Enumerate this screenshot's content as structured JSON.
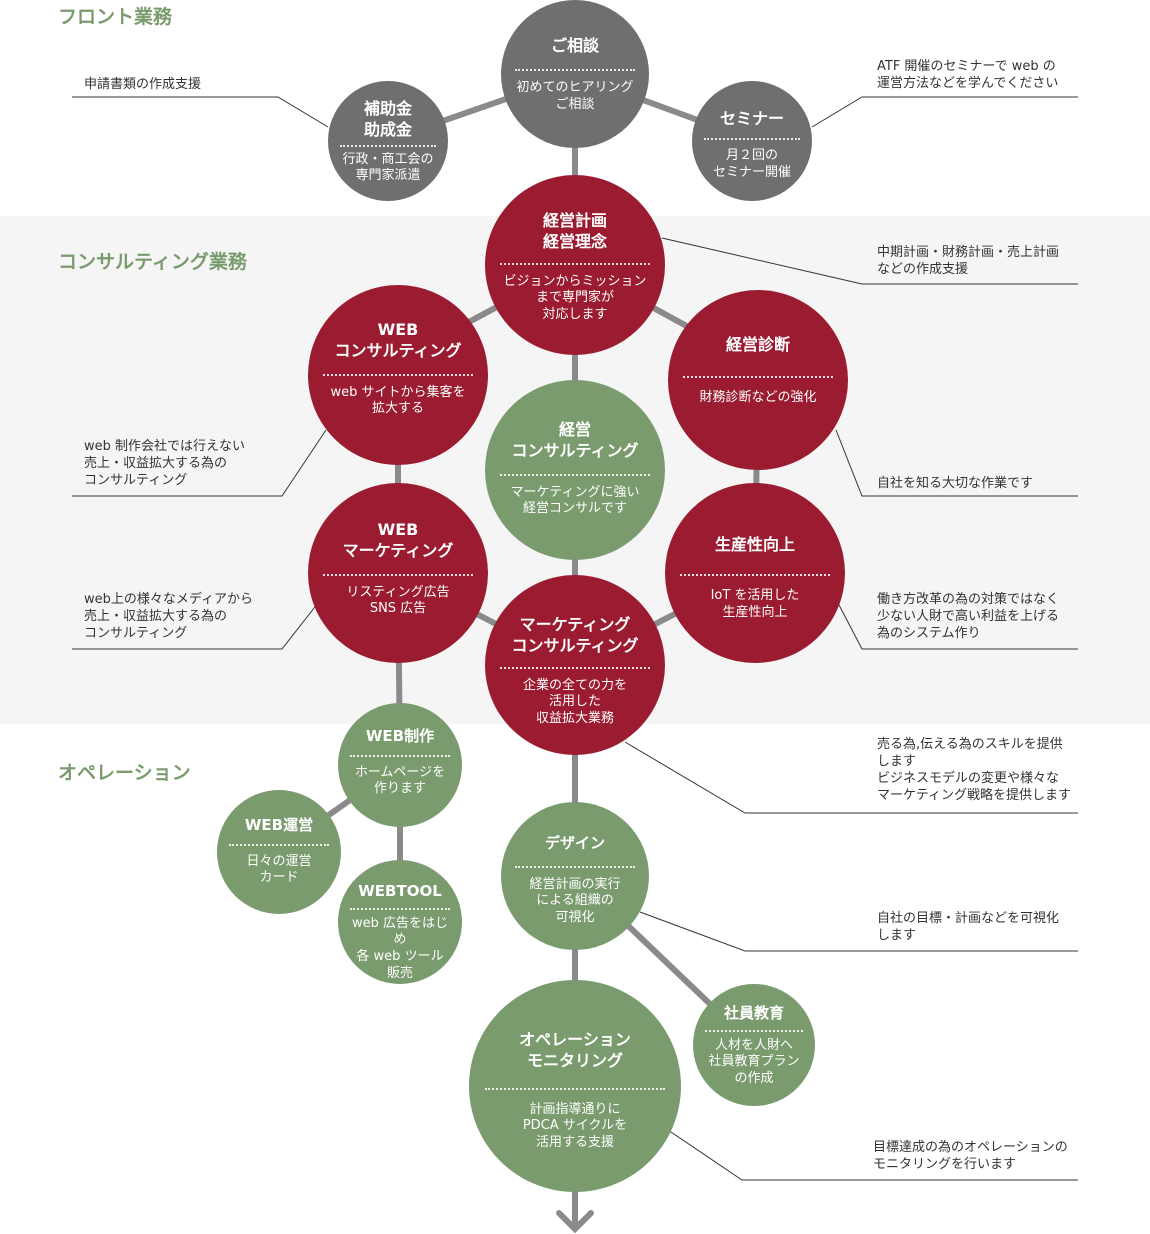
{
  "sections": {
    "front": "フロント業務",
    "consulting": "コンサルティング業務",
    "operation": "オペレーション"
  },
  "nodes": {
    "consult": {
      "title": "ご相談",
      "sub": "初めてのヒアリング\nご相談"
    },
    "subsidy": {
      "title": "補助金\n助成金",
      "sub": "行政・商工会の\n専門家派遣"
    },
    "seminar": {
      "title": "セミナー",
      "sub": "月２回の\nセミナー開催"
    },
    "plan": {
      "title": "経営計画\n経営理念",
      "sub": "ビジョンからミッション\nまで専門家が\n対応します"
    },
    "web_consulting": {
      "title": "WEB\nコンサルティング",
      "sub": "web サイトから集客を\n拡大する"
    },
    "diagnosis": {
      "title": "経営診断",
      "sub": "財務診断などの強化"
    },
    "mgmt_consulting": {
      "title": "経営\nコンサルティング",
      "sub": "マーケティングに強い\n経営コンサルです"
    },
    "web_marketing": {
      "title": "WEB\nマーケティング",
      "sub": "リスティング広告\nSNS 広告"
    },
    "productivity": {
      "title": "生産性向上",
      "sub": "IoT を活用した\n生産性向上"
    },
    "marketing_consulting": {
      "title": "マーケティング\nコンサルティング",
      "sub": "企業の全ての力を\n活用した\n収益拡大業務"
    },
    "web_production": {
      "title": "WEB制作",
      "sub": "ホームページを\n作ります"
    },
    "web_ops": {
      "title": "WEB運営",
      "sub": "日々の運営\nカード"
    },
    "webtool": {
      "title": "WEBTOOL",
      "sub": "web 広告をはじめ\n各 web ツール\n販売"
    },
    "design": {
      "title": "デザイン",
      "sub": "経営計画の実行\nによる組織の\n可視化"
    },
    "training": {
      "title": "社員教育",
      "sub": "人材を人財へ\n社員教育プラン\nの作成"
    },
    "monitoring": {
      "title": "オペレーション\nモニタリング",
      "sub": "計画指導通りに\nPDCA サイクルを\n活用する支援"
    }
  },
  "notes": {
    "subsidy_note": "申請書類の作成支援",
    "seminar_note": "ATF 開催のセミナーで web の\n運営方法などを学んでください",
    "plan_note": "中期計画・財務計画・売上計画\nなどの作成支援",
    "web_consulting_note": "web 制作会社では行えない\n売上・収益拡大する為の\nコンサルティング",
    "diagnosis_note": "自社を知る大切な作業です",
    "web_marketing_note": "web上の様々なメディアから\n売上・収益拡大する為の\nコンサルティング",
    "productivity_note": "働き方改革の為の対策ではなく\n少ない人財で高い利益を上げる\n為のシステム作り",
    "marketing_note": "売る為,伝える為のスキルを提供\nします\nビジネスモデルの変更や様々な\nマーケティング戦略を提供します",
    "design_note": "自社の目標・計画などを可視化\nします",
    "monitoring_note": "目標達成の為のオペレーションの\nモニタリングを行います"
  },
  "colors": {
    "gray": "#706e6e",
    "red": "#9b1c31",
    "green": "#7a9b6e",
    "band": "#f5f5f5",
    "line": "#8a8a8a"
  }
}
